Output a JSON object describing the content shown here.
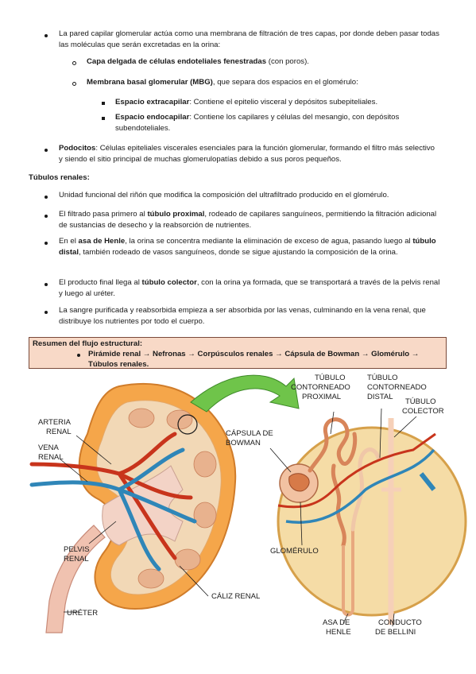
{
  "bullets_top": {
    "b1_pre": "La pared capilar glomerular actúa como una membrana de filtración de tres capas, por donde deben pasar todas las moléculas que serán excretadas en la orina:",
    "b1a_bold": "Capa delgada de células endoteliales fenestradas",
    "b1a_rest": " (con poros).",
    "b1b_bold": "Membrana basal glomerular (MBG)",
    "b1b_rest": ", que separa dos espacios en el glomérulo:",
    "b1b1_bold": "Espacio extracapilar",
    "b1b1_rest": ": Contiene el epitelio visceral y depósitos subepiteliales.",
    "b1b2_bold": "Espacio endocapilar",
    "b1b2_rest": ": Contiene los capilares y células del mesangio, con depósitos subendoteliales.",
    "b2_bold": "Podocitos",
    "b2_rest": ": Células epiteliales viscerales esenciales para la función glomerular, formando el filtro más selectivo y siendo el sitio principal de muchas glomerulopatías debido a sus poros pequeños."
  },
  "section_title": "Túbulos renales:",
  "tubulos": {
    "t1": "Unidad funcional del riñón que modifica la composición del ultrafiltrado producido en el glomérulo.",
    "t2_pre": "El filtrado pasa primero al ",
    "t2_bold": "túbulo proximal",
    "t2_rest": ", rodeado de capilares sanguíneos, permitiendo la filtración adicional de sustancias de desecho y la reabsorción de nutrientes.",
    "t3_pre": "En el ",
    "t3_bold1": "asa de Henle",
    "t3_mid": ", la orina se concentra mediante la eliminación de exceso de agua, pasando luego al ",
    "t3_bold2": "túbulo distal",
    "t3_rest": ", también rodeado de vasos sanguíneos, donde se sigue ajustando la composición de la orina.",
    "t4_pre": "El producto final llega al ",
    "t4_bold": "túbulo colector",
    "t4_rest": ", con la orina ya formada, que se transportará a través de la pelvis renal y luego al uréter.",
    "t5": "La sangre purificada y reabsorbida empieza a ser absorbida por las venas, culminando en la vena renal, que distribuye los nutrientes por todo el cuerpo."
  },
  "summary": {
    "title": "Resumen del flujo estructural:",
    "flow": "Pirámide renal → Nefronas → Corpúsculos renales → Cápsula de Bowman → Glomérulo → Túbulos renales",
    "flow_end": "."
  },
  "figure": {
    "arteria1": "ARTERIA",
    "arteria2": "RENAL",
    "vena1": "VENA",
    "vena2": "RENAL",
    "pelvis1": "PELVIS",
    "pelvis2": "RENAL",
    "ureter": "URÉTER",
    "caliz": "CÁLIZ RENAL",
    "capsula1": "CÁPSULA DE",
    "capsula2": "BOWMAN",
    "prox1": "TÚBULO",
    "prox2": "CONTORNEADO",
    "prox3": "PROXIMAL",
    "dist1": "TÚBULO",
    "dist2": "CONTORNEADO",
    "dist3": "DISTAL",
    "col1": "TÚBULO",
    "col2": "COLECTOR",
    "glomerulo": "GLOMÉRULO",
    "asa1": "ASA DE",
    "asa2": "HENLE",
    "bellini1": "CONDUCTO",
    "bellini2": "DE BELLINI"
  }
}
